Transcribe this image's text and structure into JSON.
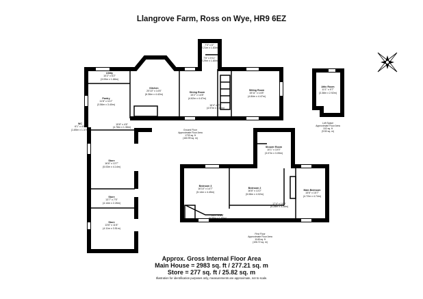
{
  "title": "Llangrove Farm, Ross on Wye, HR9 6EZ",
  "rooms": [
    {
      "name": "Utility",
      "dims": "10'2\" x 6'2\"",
      "metric": "(3.09m x 1.88m)"
    },
    {
      "name": "Pantry",
      "dims": "11'8\" x 11'2\"",
      "metric": "(3.56m x 3.40m)"
    },
    {
      "name": "Kitchen",
      "dims": "20'10\" x 14'6\"",
      "metric": "(6.36m x 4.42m)"
    },
    {
      "name": "Dining Room",
      "dims": "15'2\" x 14'8\"",
      "metric": "(4.62m x 4.47m)"
    },
    {
      "name": "Sitting Room",
      "dims": "15'11\" x 14'8\"",
      "metric": "(4.84m x 4.47m)"
    },
    {
      "name": "",
      "dims": "7'3\" x 6'\"",
      "metric": "(2.21m x 1.83m)"
    },
    {
      "name": "",
      "dims": "7'6\" x 5'11\"",
      "metric": "(2.29m x 1.80m)"
    },
    {
      "name": "",
      "dims": "16'4\" x 7'0\"",
      "metric": "(4.97m x 2.13m)"
    },
    {
      "name": "",
      "dims": "15'8\" x 4'6\"",
      "metric": "(4.78m x 1.36m)"
    },
    {
      "name": "WC",
      "dims": "6'1\" x 4'6\"",
      "metric": "(1.85m x 1.37m)"
    },
    {
      "name": "Store",
      "dims": "16'6\" x 13'7\"",
      "metric": "(5.03m x 4.14m)"
    },
    {
      "name": "Store",
      "dims": "13'7\" x 7'5\"",
      "metric": "(4.14m x 2.26m)"
    },
    {
      "name": "Store",
      "dims": "13'6\" x 11'6\"",
      "metric": "(4.11m x 3.51m)"
    },
    {
      "name": "Attic Room",
      "dims": "11'1\" x 9'7\"",
      "metric": "(3.38m x 2.92m)"
    },
    {
      "name": "Shower Room",
      "dims": "10'1\" x 10'0\"",
      "metric": "(3.07m x 3.05m)"
    },
    {
      "name": "Bedroom 3",
      "dims": "16'10\" x 14'7\"",
      "metric": "(5.14m x 4.45m)"
    },
    {
      "name": "Bedroom 2",
      "dims": "16'8\" x 13'2\"",
      "metric": "(5.08m x 4.02m)"
    },
    {
      "name": "",
      "dims": "21'7\" x 5'5\"",
      "metric": "(6.58m x 1.65m)"
    },
    {
      "name": "",
      "dims": "17'4\" x 10'9\"",
      "metric": "(5.28m x 3.28m)"
    },
    {
      "name": "Main Bedroom",
      "dims": "15'6\" x 15'7\"",
      "metric": "(4.72m x 4.74m)"
    }
  ],
  "floor_areas": [
    {
      "name": "Ground Floor",
      "label": "Approximate Floor Area",
      "sqft": "1733 sq. ft",
      "sqm": "(160.99 sq. m)"
    },
    {
      "name": "First Floor",
      "label": "Approximate Floor Area",
      "sqft": "1148 sq. ft",
      "sqm": "(106.72 sq. m)"
    },
    {
      "name": "Loft Space",
      "label": "Approximate Floor Area",
      "sqft": "102 sq. ft",
      "sqm": "(9.50 sq. m)"
    }
  ],
  "summary": {
    "heading": "Approx. Gross Internal Floor Area",
    "main_house": "Main House = 2983 sq. ft / 277.21 sq. m",
    "store": "Store = 277 sq. ft / 25.82 sq. m",
    "disclaimer": "Illustration for identification purposes only, measurements are approximate, not to scale."
  },
  "icons": {
    "compass": "compass-rose-icon"
  },
  "colors": {
    "wall": "#000000",
    "background": "#ffffff"
  }
}
